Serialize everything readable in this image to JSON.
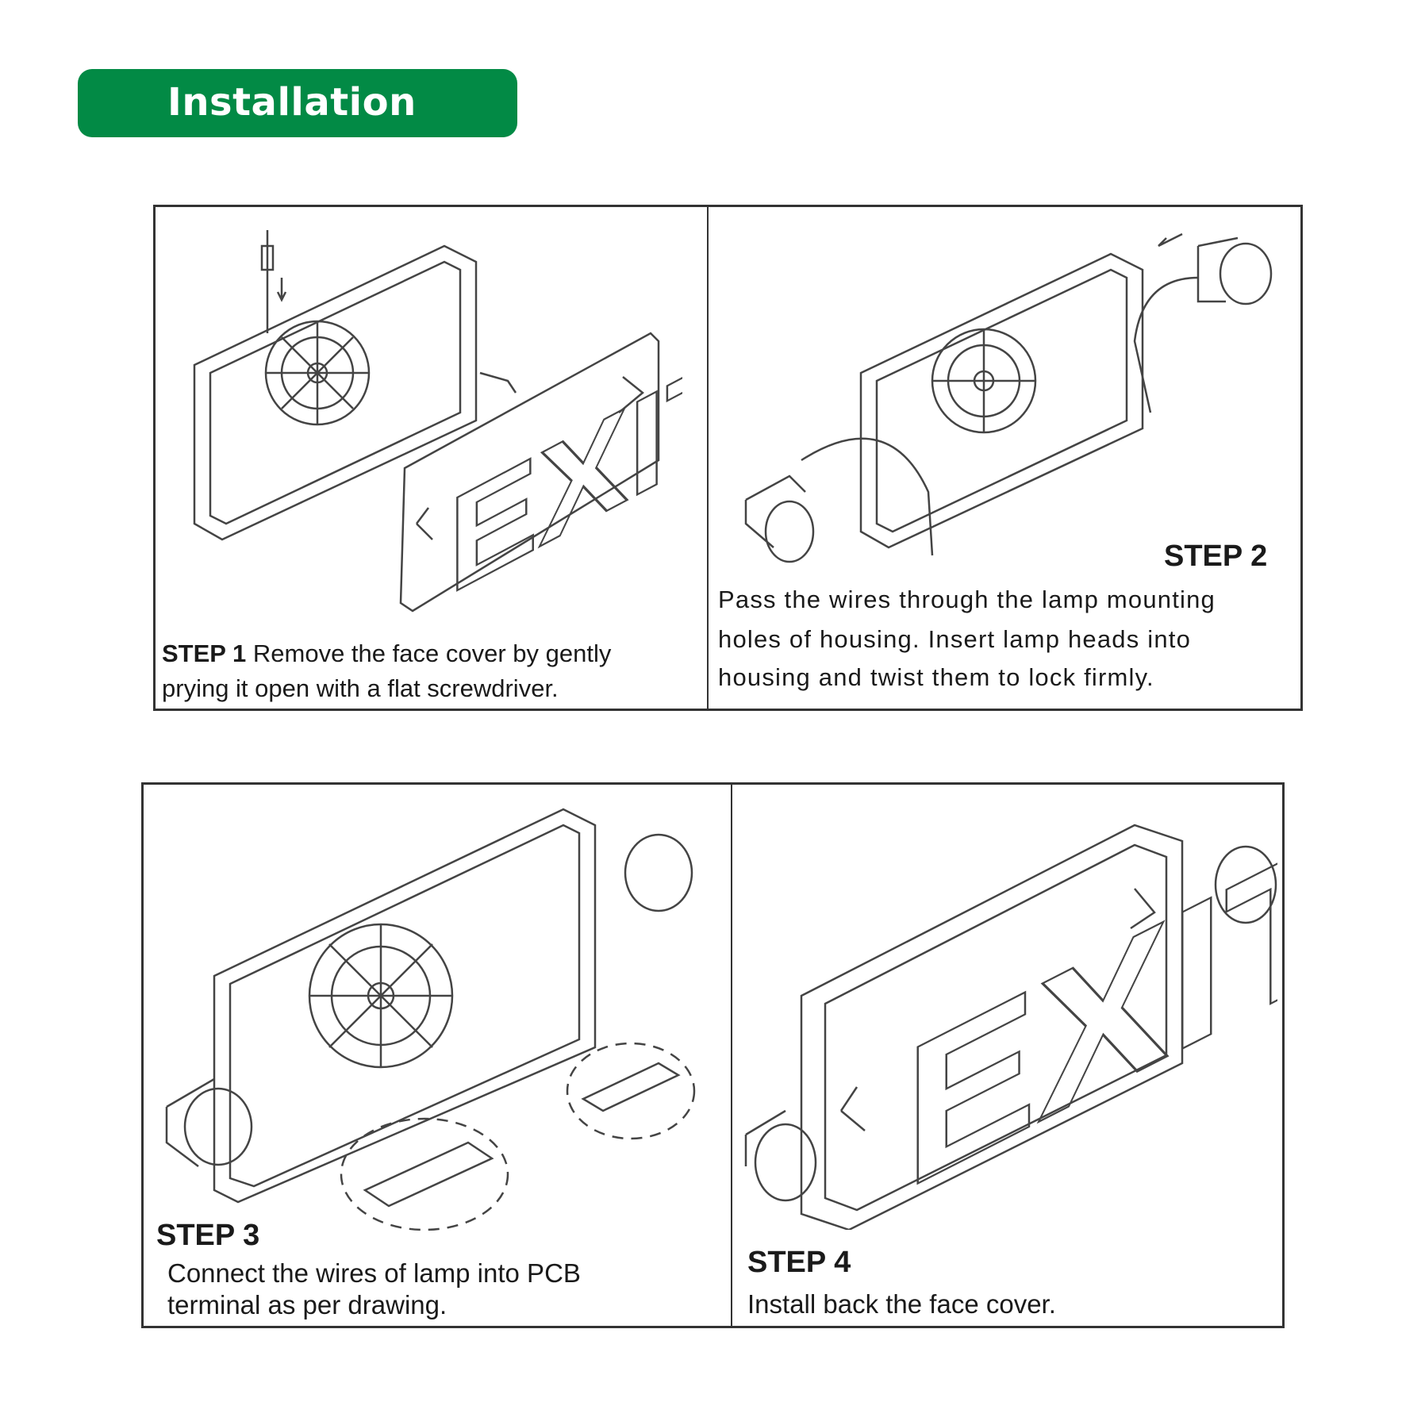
{
  "header": {
    "title": "Installation"
  },
  "sign_text": "EXIT",
  "steps": [
    {
      "label": "STEP 1",
      "lines": [
        "Remove the face cover by gently",
        "prying it open with a flat screwdriver."
      ]
    },
    {
      "label": "STEP 2",
      "lines": [
        "Pass the wires through the lamp mounting",
        "holes of housing. Insert lamp heads into",
        "housing and twist them to lock firmly."
      ]
    },
    {
      "label": "STEP 3",
      "lines": [
        "Connect the wires of lamp into PCB",
        "terminal as per drawing."
      ]
    },
    {
      "label": "STEP 4",
      "lines": [
        "Install back the face cover."
      ]
    }
  ],
  "colors": {
    "accent": "#028a45"
  }
}
